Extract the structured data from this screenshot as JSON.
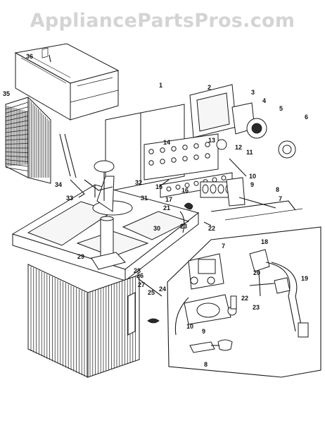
{
  "watermark": "AppliancePartsPros.com",
  "callouts": [
    "1",
    "2",
    "3",
    "4",
    "5",
    "6",
    "7",
    "8",
    "9",
    "10",
    "11",
    "12",
    "13",
    "14",
    "15",
    "16",
    "17",
    "18",
    "19",
    "20",
    "21",
    "22",
    "23",
    "24",
    "25",
    "26",
    "27",
    "28",
    "29",
    "30",
    "31",
    "32",
    "33",
    "34",
    "35",
    "36"
  ],
  "callouts_repeated": [
    "7",
    "8",
    "9",
    "10",
    "22",
    "23"
  ]
}
